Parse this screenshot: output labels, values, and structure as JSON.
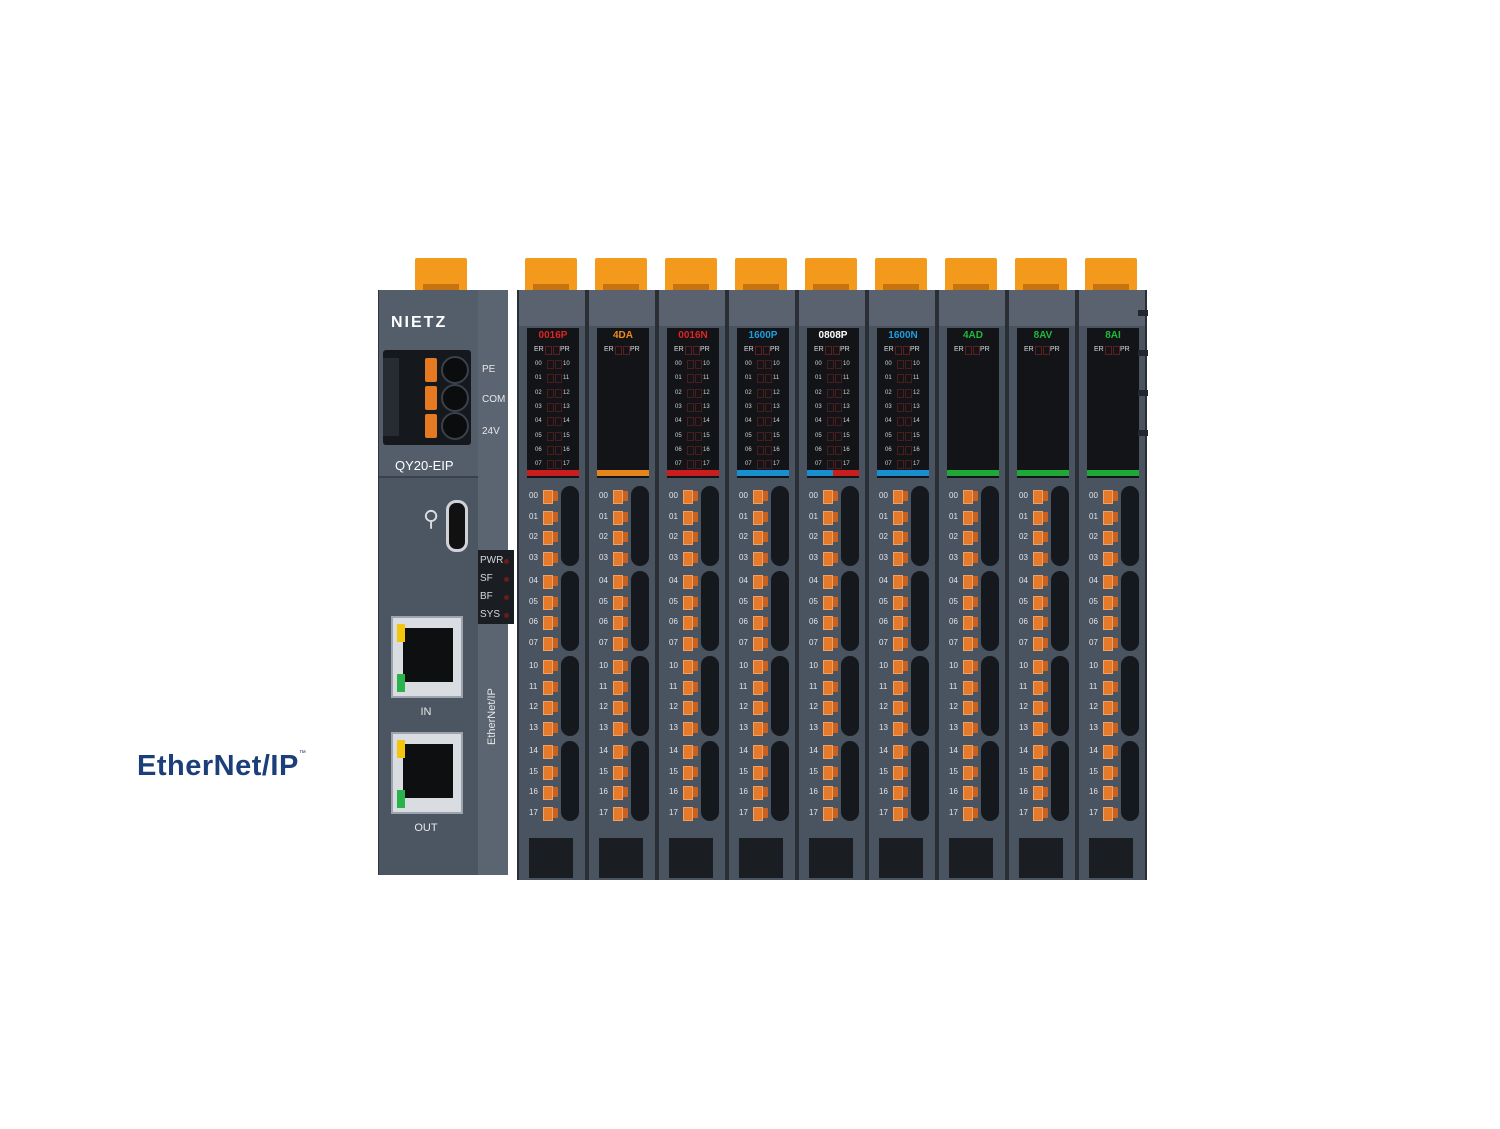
{
  "brand": "NIETZ",
  "model": "QY20-EIP",
  "logo_text": "EtherNet/IP",
  "logo_tm": "™",
  "side_label": "EtherNet/IP",
  "power_terminals": [
    "PE",
    "COM",
    "24V"
  ],
  "status_leds": [
    "PWR",
    "SF",
    "BF",
    "SYS"
  ],
  "ports": [
    "IN",
    "OUT"
  ],
  "led_tags": [
    "ER",
    "PR"
  ],
  "led_rows": [
    [
      "00",
      "10"
    ],
    [
      "01",
      "11"
    ],
    [
      "02",
      "12"
    ],
    [
      "03",
      "13"
    ],
    [
      "04",
      "14"
    ],
    [
      "05",
      "15"
    ],
    [
      "06",
      "16"
    ],
    [
      "07",
      "17"
    ]
  ],
  "terminal_numbers": [
    "00",
    "01",
    "02",
    "03",
    "04",
    "05",
    "06",
    "07",
    "10",
    "11",
    "12",
    "13",
    "14",
    "15",
    "16",
    "17"
  ],
  "modules": [
    {
      "type": "0016P",
      "color": "#e02424",
      "leds": true,
      "bar": "#c81e1e"
    },
    {
      "type": "4DA",
      "color": "#f08a1c",
      "leds": false,
      "bar": "#e6841c"
    },
    {
      "type": "0016N",
      "color": "#e02424",
      "leds": true,
      "bar": "#c81e1e"
    },
    {
      "type": "1600P",
      "color": "#1e9fe0",
      "leds": true,
      "bar": "#1a8fd0"
    },
    {
      "type": "0808P",
      "color": "#ffffff",
      "leds": true,
      "bar": "split"
    },
    {
      "type": "1600N",
      "color": "#1e9fe0",
      "leds": true,
      "bar": "#1a8fd0"
    },
    {
      "type": "4AD",
      "color": "#22b83a",
      "leds": false,
      "bar": "#1fa838"
    },
    {
      "type": "8AV",
      "color": "#22b83a",
      "leds": false,
      "bar": "#1fa838"
    },
    {
      "type": "8AI",
      "color": "#22b83a",
      "leds": false,
      "bar": "#1fa838"
    }
  ]
}
